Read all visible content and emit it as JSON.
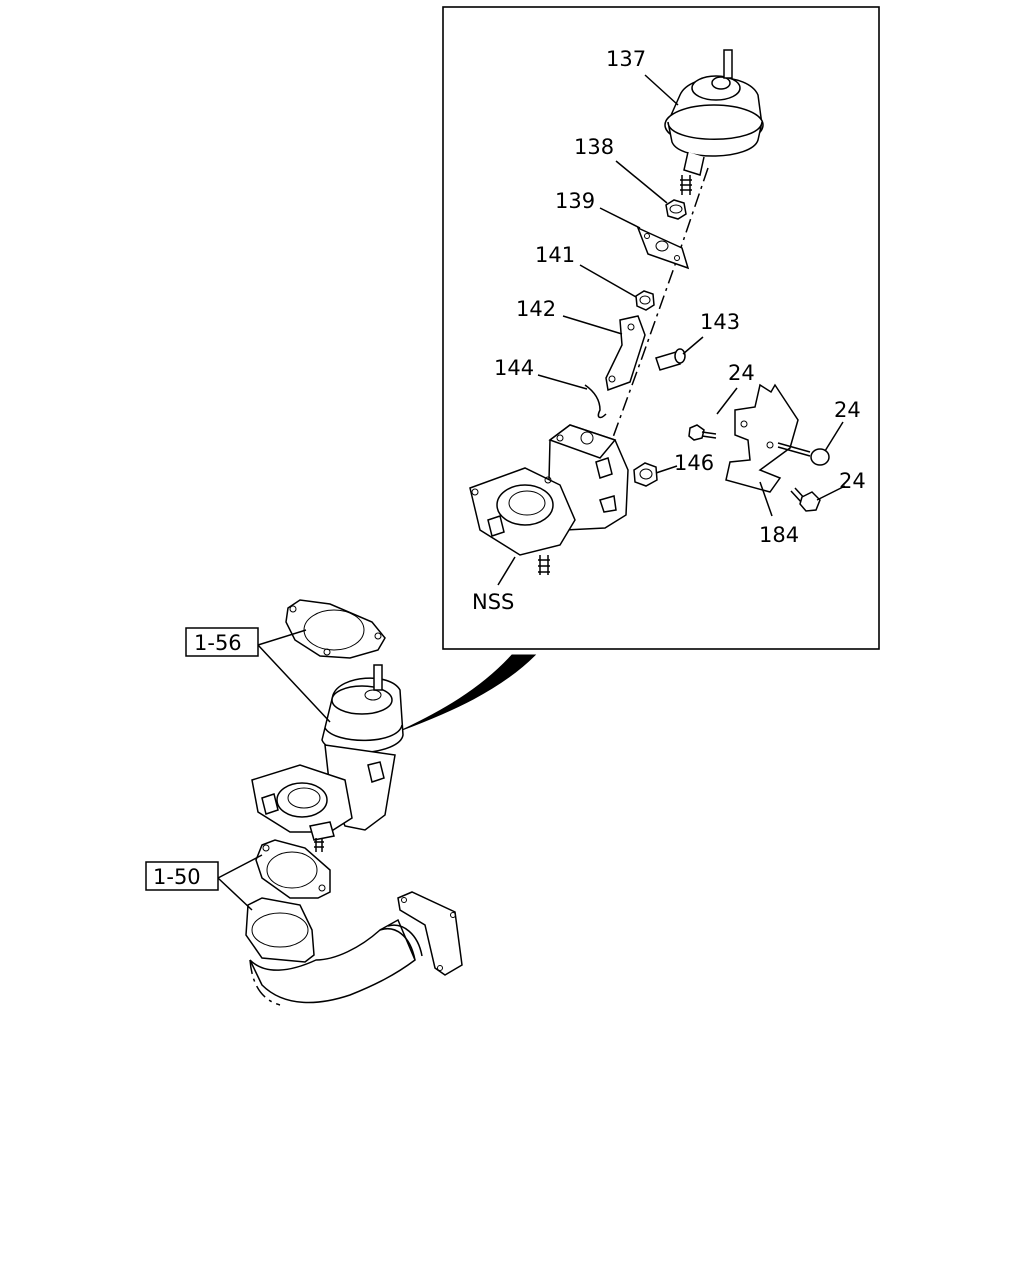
{
  "callouts": {
    "c137": "137",
    "c138": "138",
    "c139": "139",
    "c141": "141",
    "c142": "142",
    "c143": "143",
    "c144": "144",
    "c24a": "24",
    "c24b": "24",
    "c24c": "24",
    "c146": "146",
    "c184": "184",
    "nss": "NSS"
  },
  "references": {
    "r156": "1-56",
    "r150": "1-50"
  }
}
